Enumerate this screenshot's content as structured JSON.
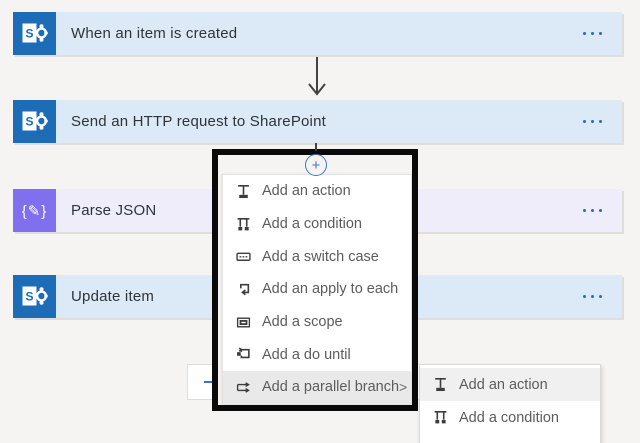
{
  "workflow": {
    "steps": [
      {
        "label": "When an item is created",
        "connector": "sharepoint",
        "icon": "sharepoint-icon"
      },
      {
        "label": "Send an HTTP request to SharePoint",
        "connector": "sharepoint",
        "icon": "sharepoint-icon"
      },
      {
        "label": "Parse JSON",
        "connector": "json",
        "icon": "parse-json-icon"
      },
      {
        "label": "Update item",
        "connector": "sharepoint",
        "icon": "sharepoint-icon"
      }
    ],
    "sharepoint_glyph": "S",
    "json_glyph": "{✎}",
    "more_options_icon": "ellipsis-horizontal-icon"
  },
  "insert_connector": {
    "plus_label": "+",
    "icon": "add-step-plus-icon"
  },
  "insert_menu": {
    "items": [
      {
        "label": "Add an action",
        "icon": "add-action-icon",
        "highlighted": false
      },
      {
        "label": "Add a condition",
        "icon": "add-condition-icon",
        "highlighted": false
      },
      {
        "label": "Add a switch case",
        "icon": "add-switch-case-icon",
        "highlighted": false
      },
      {
        "label": "Add an apply to each",
        "icon": "apply-to-each-icon",
        "highlighted": false
      },
      {
        "label": "Add a scope",
        "icon": "add-scope-icon",
        "highlighted": false
      },
      {
        "label": "Add a do until",
        "icon": "do-until-icon",
        "highlighted": false
      },
      {
        "label": "Add a parallel branch",
        "icon": "parallel-branch-icon",
        "highlighted": true,
        "has_submenu": true
      }
    ],
    "submenu_indicator": ">"
  },
  "submenu": {
    "items": [
      {
        "label": "Add an action",
        "icon": "add-action-icon",
        "highlighted": true
      },
      {
        "label": "Add a condition",
        "icon": "add-condition-icon",
        "highlighted": false
      }
    ]
  },
  "colors": {
    "card_blue_bg": "#dce9f6",
    "card_purple_bg": "#f0edfb",
    "sharepoint_tile": "#1d6cb8",
    "json_tile": "#8170ee",
    "accent_blue": "#2a65cc",
    "page_bg": "#f5f4f2",
    "annotation_frame": "#0a0a0a",
    "menu_highlight": "#e9e9e9"
  }
}
